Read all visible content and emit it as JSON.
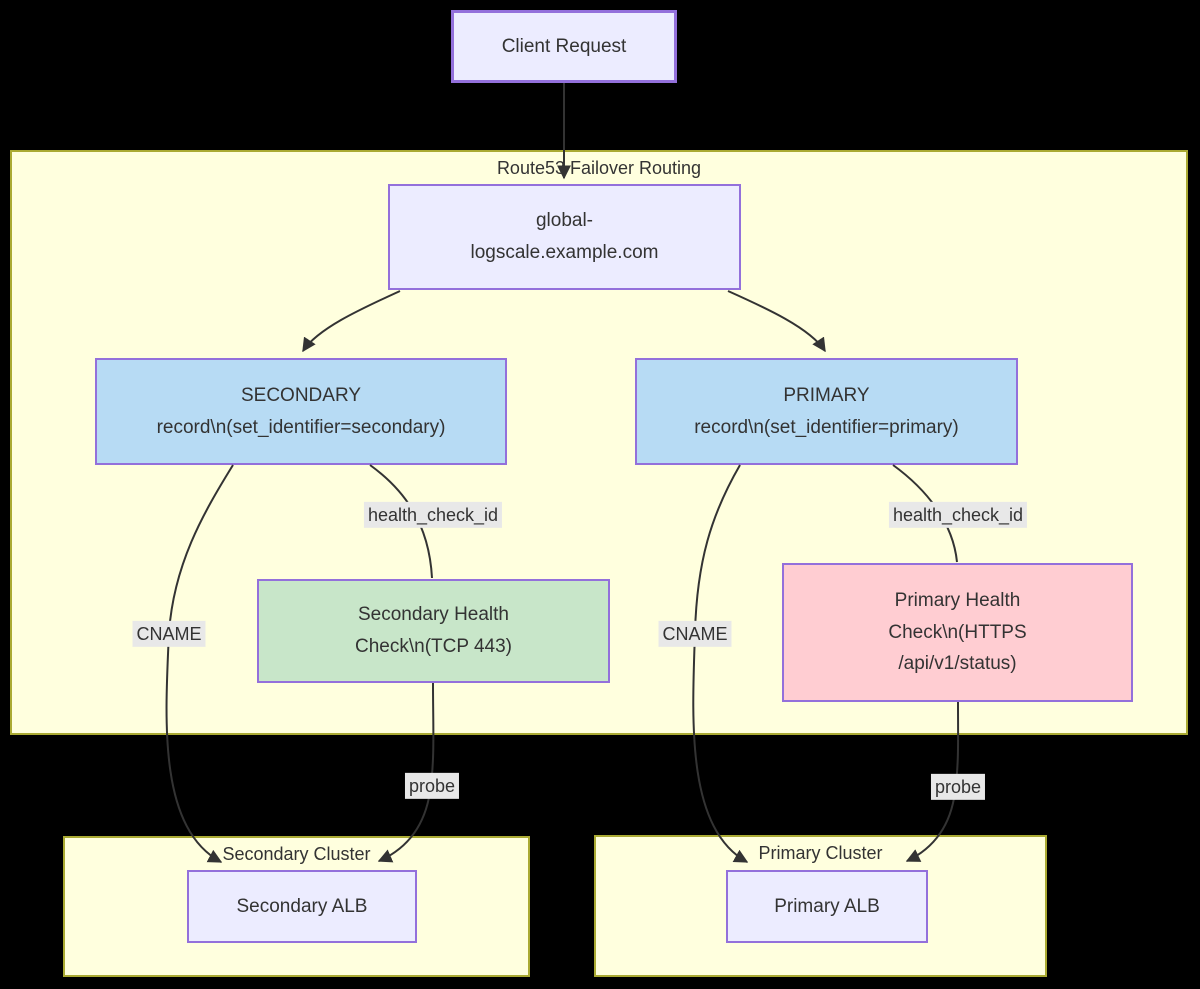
{
  "containers": {
    "route53": {
      "title": "Route53 Failover Routing"
    },
    "secondary_cluster": {
      "title": "Secondary Cluster"
    },
    "primary_cluster": {
      "title": "Primary Cluster"
    }
  },
  "nodes": {
    "client_request": {
      "label": "Client Request"
    },
    "global_record": {
      "lines": [
        "global-",
        "logscale.example.com"
      ]
    },
    "secondary_record": {
      "lines": [
        "SECONDARY",
        "record\\n(set_identifier=secondary)"
      ]
    },
    "primary_record": {
      "lines": [
        "PRIMARY",
        "record\\n(set_identifier=primary)"
      ]
    },
    "secondary_health": {
      "lines": [
        "Secondary Health",
        "Check\\n(TCP 443)"
      ]
    },
    "primary_health": {
      "lines": [
        "Primary Health",
        "Check\\n(HTTPS",
        "/api/v1/status)"
      ]
    },
    "secondary_alb": {
      "label": "Secondary ALB"
    },
    "primary_alb": {
      "label": "Primary ALB"
    }
  },
  "edge_labels": {
    "health_check_left": "health_check_id",
    "health_check_right": "health_check_id",
    "cname_left": "CNAME",
    "cname_right": "CNAME",
    "probe_left": "probe",
    "probe_right": "probe"
  },
  "colors": {
    "background": "#000000",
    "node_fill": "#ECECFF",
    "node_border": "#9370DB",
    "record_fill": "#B7DBF4",
    "health_ok_fill": "#C8E6C9",
    "health_alert_fill": "#FFCDD2",
    "cluster_fill": "#FFFFDE",
    "cluster_border": "#AAAA33",
    "edge_color": "#333333",
    "edge_label_bg": "#E8E8E8",
    "text_color": "#333333"
  }
}
